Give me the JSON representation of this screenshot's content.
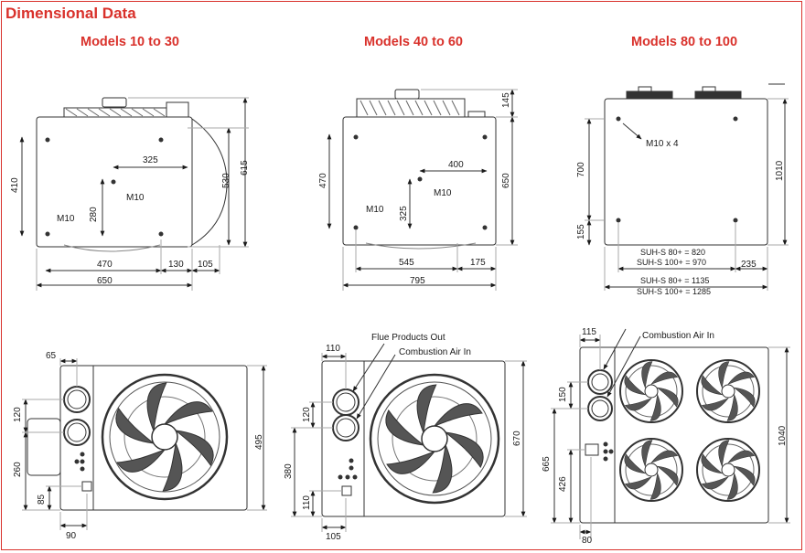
{
  "title": "Dimensional Data",
  "accent_color": "#d9312b",
  "models": [
    {
      "label": "Models 10 to 30",
      "top_view": {
        "dims": {
          "height_left": "410",
          "hole_x": "325",
          "hole_y": "280",
          "width_inner": "470",
          "offset_right": "130",
          "overhang": "105",
          "height_body": "530",
          "height_total": "615",
          "width_total": "650"
        },
        "fixing": "M10",
        "fixing_2": "M10"
      },
      "front_view": {
        "dims": {
          "flue_offset": "65",
          "flue_spacing": "120",
          "lower_height": "260",
          "bottom_offset": "85",
          "bottom_width": "90",
          "height_total": "495"
        }
      }
    },
    {
      "label": "Models 40 to 60",
      "top_view": {
        "dims": {
          "height_left": "470",
          "hole_x": "400",
          "hole_y": "325",
          "width_inner": "545",
          "offset_right": "175",
          "width_total": "795",
          "fan_height": "145",
          "height_total": "650"
        },
        "fixing": "M10",
        "fixing_2": "M10"
      },
      "front_view": {
        "labels": {
          "flue": "Flue Products Out",
          "combustion": "Combustion Air In"
        },
        "dims": {
          "flue_offset": "110",
          "flue_spacing": "120",
          "lower_height": "380",
          "bottom_offset": "110",
          "bottom_width": "105",
          "height_total": "670"
        }
      }
    },
    {
      "label": "Models 80 to 100",
      "top_view": {
        "dims": {
          "height_upper": "700",
          "height_lower": "155",
          "height_total": "1010",
          "offset_right": "235"
        },
        "fixing": "M10 x 4",
        "table_rows": [
          "SUH-S 80+ = 820",
          "SUH-S 100+ = 970",
          "SUH-S 80+ = 1135",
          "SUH-S 100+ = 1285"
        ]
      },
      "front_view": {
        "labels": {
          "combustion": "Combustion Air In"
        },
        "dims": {
          "flue_offset": "115",
          "flue_spacing": "150",
          "lower_height": "665",
          "bottom_offset": "426",
          "bottom_width": "80",
          "height_total": "1040"
        }
      }
    }
  ]
}
